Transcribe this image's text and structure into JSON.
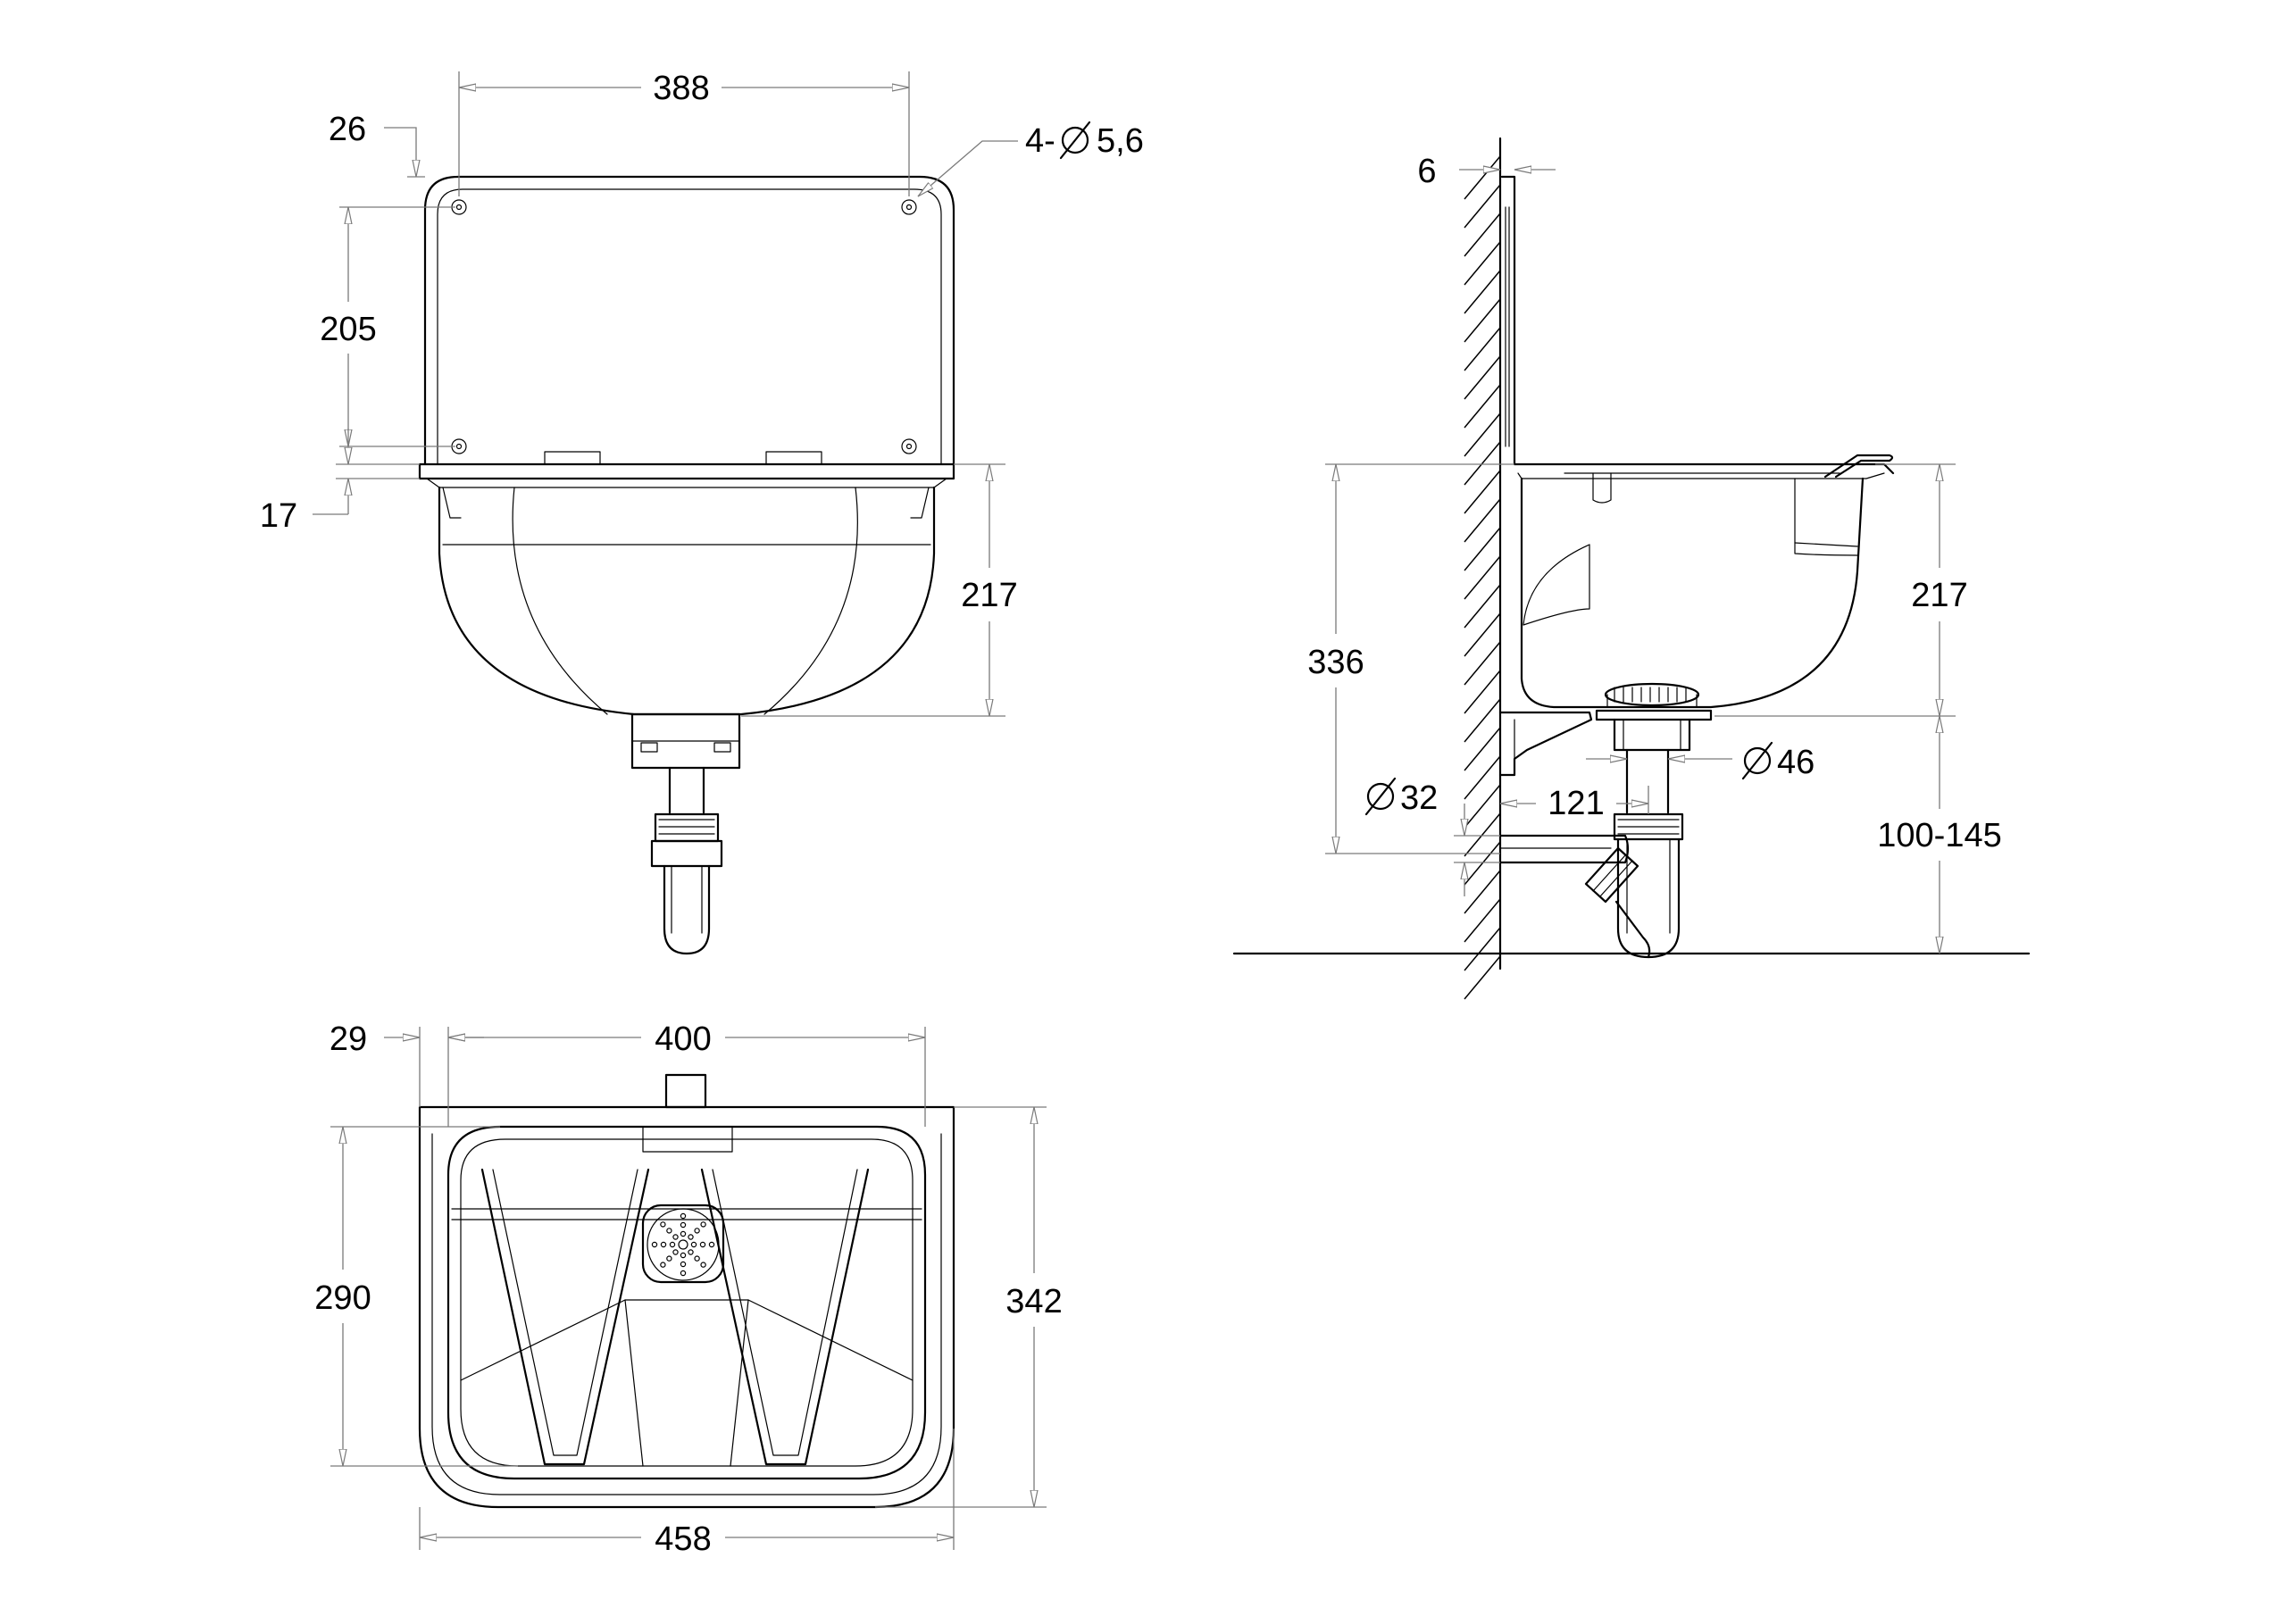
{
  "front_view": {
    "dims": {
      "width_holes": "388",
      "top_offset": "26",
      "holes": "4-",
      "hole_dia": "5,6",
      "height_holes": "205",
      "lip": "17",
      "bowl_depth": "217"
    }
  },
  "side_view": {
    "dims": {
      "thickness": "6",
      "bowl_depth": "217",
      "total_height": "336",
      "drain_dia": "46",
      "pipe_dia": "32",
      "wall_offset": "121",
      "siphon_range": "100-145"
    }
  },
  "top_view": {
    "dims": {
      "edge_offset": "29",
      "inner_width": "400",
      "inner_depth": "290",
      "outer_depth": "342",
      "outer_width": "458"
    }
  }
}
